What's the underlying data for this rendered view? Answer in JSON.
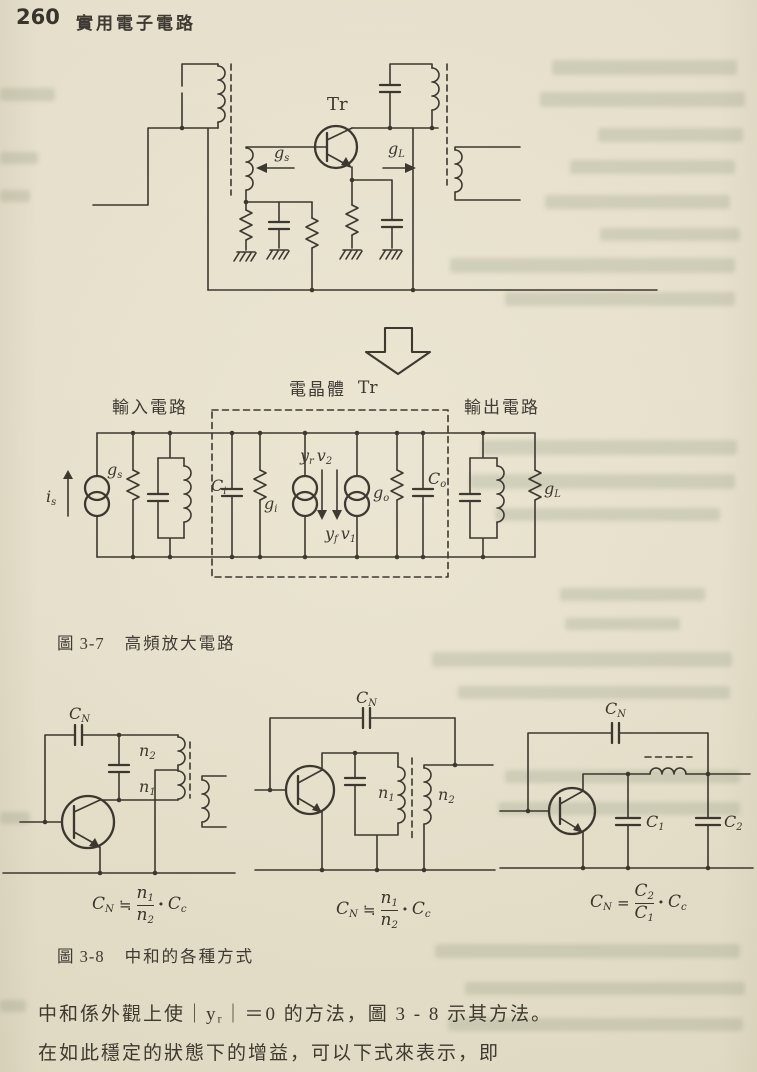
{
  "header": {
    "page_number": "260",
    "book_title": "實用電子電路"
  },
  "colors": {
    "paper": "#e9e3cf",
    "ink": "#322d25",
    "bleed_through": "#969e84"
  },
  "top_circuit": {
    "tr": "Tr",
    "gs": {
      "base": "g",
      "sub": "s"
    },
    "gl": {
      "base": "g",
      "sub": "L"
    }
  },
  "equivalent_circuit": {
    "input_section_label": "輸入電路",
    "transistor_section_label": "電晶體",
    "transistor_name": "Tr",
    "output_section_label": "輸出電路",
    "is": {
      "base": "i",
      "sub": "s"
    },
    "gs": {
      "base": "g",
      "sub": "s"
    },
    "ci": {
      "base": "C",
      "sub": "i"
    },
    "gi": {
      "base": "g",
      "sub": "i"
    },
    "yrv2": {
      "base1": "y",
      "sub1": "r",
      "base2": "v",
      "sub2": "2"
    },
    "yfv1": {
      "base1": "y",
      "sub1": "f",
      "base2": "v",
      "sub2": "1"
    },
    "go": {
      "base": "g",
      "sub": "o"
    },
    "co": {
      "base": "C",
      "sub": "o"
    },
    "gl": {
      "base": "g",
      "sub": "L"
    }
  },
  "figure_3_7": {
    "label": "圖 3-7",
    "title": "高頻放大電路"
  },
  "figure_3_8": {
    "label": "圖 3-8",
    "title": "中和的各種方式"
  },
  "neutralization": {
    "circuit_a": {
      "cn": {
        "base": "C",
        "sub": "N"
      },
      "n2": {
        "base": "n",
        "sub": "2"
      },
      "n1": {
        "base": "n",
        "sub": "1"
      },
      "formula": {
        "lhs": "C",
        "lhs_sub": "N",
        "rel": "≒",
        "num": "n",
        "num_sub": "1",
        "den": "n",
        "den_sub": "2",
        "dot": "·",
        "rhs": "C",
        "rhs_sub": "c"
      }
    },
    "circuit_b": {
      "cn": {
        "base": "C",
        "sub": "N"
      },
      "n1": {
        "base": "n",
        "sub": "1"
      },
      "n2": {
        "base": "n",
        "sub": "2"
      },
      "formula": {
        "lhs": "C",
        "lhs_sub": "N",
        "rel": "≒",
        "num": "n",
        "num_sub": "1",
        "den": "n",
        "den_sub": "2",
        "dot": "·",
        "rhs": "C",
        "rhs_sub": "c"
      }
    },
    "circuit_c": {
      "cn": {
        "base": "C",
        "sub": "N"
      },
      "c1": {
        "base": "C",
        "sub": "1"
      },
      "c2": {
        "base": "C",
        "sub": "2"
      },
      "formula": {
        "lhs": "C",
        "lhs_sub": "N",
        "rel": "=",
        "num": "C",
        "num_sub": "2",
        "den": "C",
        "den_sub": "1",
        "dot": "·",
        "rhs": "C",
        "rhs_sub": "c"
      }
    }
  },
  "body_text": {
    "line1_pre": "中和係外觀上使｜y",
    "line1_sub": "r",
    "line1_post": "｜＝0 的方法，圖 3 - 8 示其方法。",
    "line2": "在如此穩定的狀態下的增益，可以下式來表示，即"
  }
}
